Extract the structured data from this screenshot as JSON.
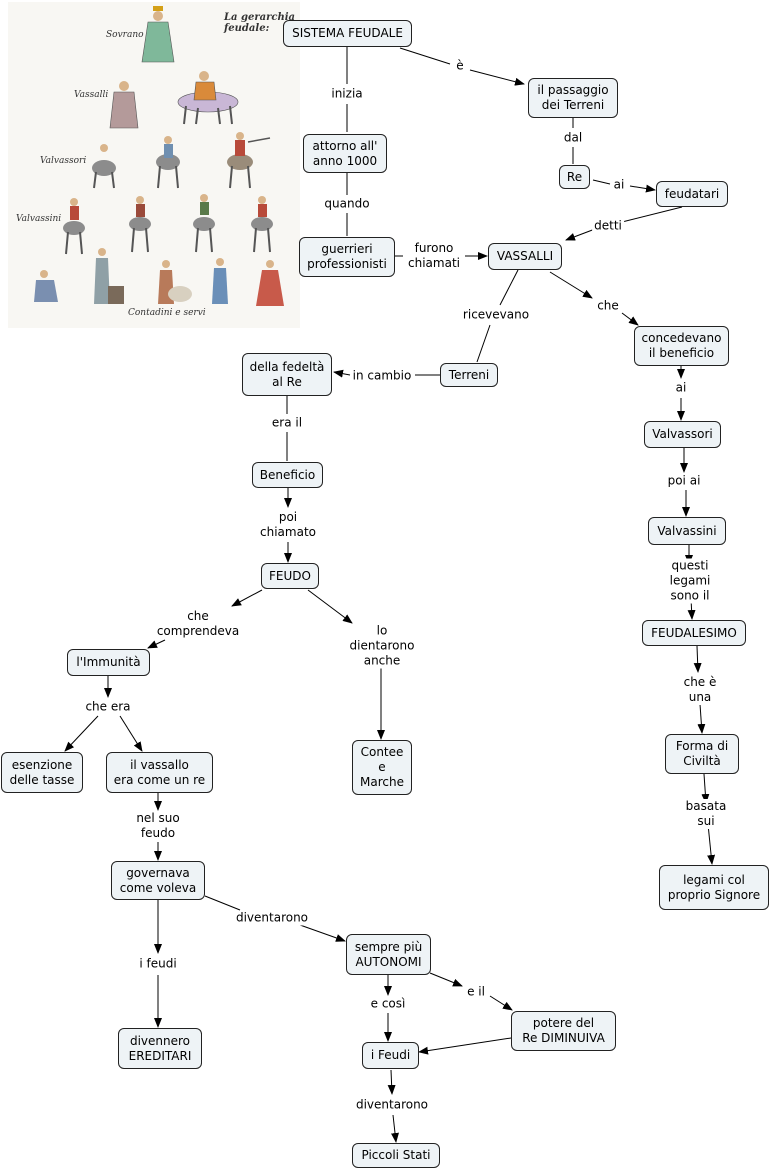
{
  "illustration": {
    "title": "La gerarchia\nfeudale:",
    "ranks": [
      "Sovrano",
      "Vassalli",
      "Valvassori",
      "Valvassini",
      "Contadini e servi"
    ]
  },
  "nodes": [
    {
      "id": "sistema",
      "text": "SISTEMA FEUDALE"
    },
    {
      "id": "passaggio",
      "text": "il passaggio\ndei Terreni"
    },
    {
      "id": "re",
      "text": "Re"
    },
    {
      "id": "feudatari",
      "text": "feudatari"
    },
    {
      "id": "anno1000",
      "text": "attorno all'\nanno 1000"
    },
    {
      "id": "guerrieri",
      "text": "guerrieri\nprofessionisti"
    },
    {
      "id": "vassalli",
      "text": "VASSALLI"
    },
    {
      "id": "terreni",
      "text": "Terreni"
    },
    {
      "id": "fedelta",
      "text": "della fedeltà\nal Re"
    },
    {
      "id": "beneficio",
      "text": "Beneficio"
    },
    {
      "id": "feudo",
      "text": "FEUDO"
    },
    {
      "id": "immunita",
      "text": "l'Immunità"
    },
    {
      "id": "esenzione",
      "text": "esenzione\ndelle tasse"
    },
    {
      "id": "vassallo_re",
      "text": "il vassallo\nera come un re"
    },
    {
      "id": "governava",
      "text": "governava\ncome voleva"
    },
    {
      "id": "ereditari",
      "text": "divennero\nEREDITARI"
    },
    {
      "id": "autonomi",
      "text": "sempre più\nAUTONOMI"
    },
    {
      "id": "potere",
      "text": "potere del\nRe DIMINUIVA"
    },
    {
      "id": "i_feudi",
      "text": "i Feudi"
    },
    {
      "id": "piccoli",
      "text": "Piccoli Stati"
    },
    {
      "id": "contee",
      "text": "Contee\ne\nMarche"
    },
    {
      "id": "concedevano",
      "text": "concedevano\nil beneficio"
    },
    {
      "id": "valvassori",
      "text": "Valvassori"
    },
    {
      "id": "valvassini",
      "text": "Valvassini"
    },
    {
      "id": "feudalesimo",
      "text": "FEUDALESIMO"
    },
    {
      "id": "civilta",
      "text": "Forma di\nCiviltà"
    },
    {
      "id": "legami",
      "text": "legami col\nproprio Signore"
    }
  ],
  "edges": [
    {
      "id": "e",
      "text": "è"
    },
    {
      "id": "dal",
      "text": "dal"
    },
    {
      "id": "ai1",
      "text": "ai"
    },
    {
      "id": "detti",
      "text": "detti"
    },
    {
      "id": "inizia",
      "text": "inizia"
    },
    {
      "id": "quando",
      "text": "quando"
    },
    {
      "id": "furono",
      "text": "furono\nchiamati"
    },
    {
      "id": "ricevevano",
      "text": "ricevevano"
    },
    {
      "id": "incambio",
      "text": "in cambio"
    },
    {
      "id": "erail",
      "text": "era il"
    },
    {
      "id": "poichiamato",
      "text": "poi\nchiamato"
    },
    {
      "id": "checompr",
      "text": "che\ncomprendeva"
    },
    {
      "id": "lodiv",
      "text": "lo\ndientarono\nanche"
    },
    {
      "id": "cheera",
      "text": "che era"
    },
    {
      "id": "nelsuo",
      "text": "nel suo\nfeudo"
    },
    {
      "id": "ifeudi",
      "text": "i feudi"
    },
    {
      "id": "diventarono1",
      "text": "diventarono"
    },
    {
      "id": "ecosi",
      "text": "e così"
    },
    {
      "id": "eil",
      "text": "e il"
    },
    {
      "id": "diventarono2",
      "text": "diventarono"
    },
    {
      "id": "che",
      "text": "che"
    },
    {
      "id": "ai2",
      "text": "ai"
    },
    {
      "id": "poiai",
      "text": "poi ai"
    },
    {
      "id": "questi",
      "text": "questi legami\nsono il"
    },
    {
      "id": "cheeuna",
      "text": "che è\nuna"
    },
    {
      "id": "basata",
      "text": "basata sui"
    }
  ]
}
